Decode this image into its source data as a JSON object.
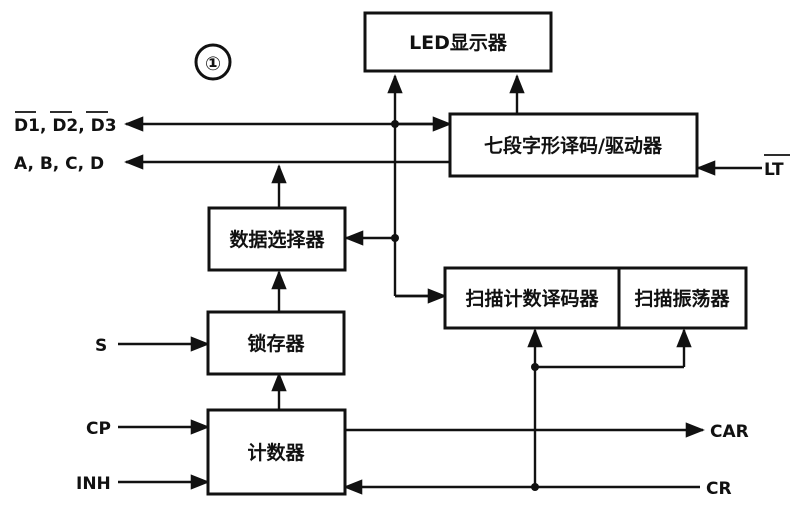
{
  "figure_number": "①",
  "blocks": {
    "led_display": "LED显示器",
    "seven_segment_decoder": "七段字形译码/驱动器",
    "data_selector": "数据选择器",
    "latch": "锁存器",
    "counter": "计数器",
    "scan_count_decoder": "扫描计数译码器",
    "scan_oscillator": "扫描振荡器"
  },
  "signals": {
    "digit_selects": "D1, D2, D3",
    "bcd_outputs": "A, B, C, D",
    "lamp_test": "LT",
    "store": "S",
    "clock": "CP",
    "inhibit": "INH",
    "carry": "CAR",
    "clear": "CR"
  }
}
